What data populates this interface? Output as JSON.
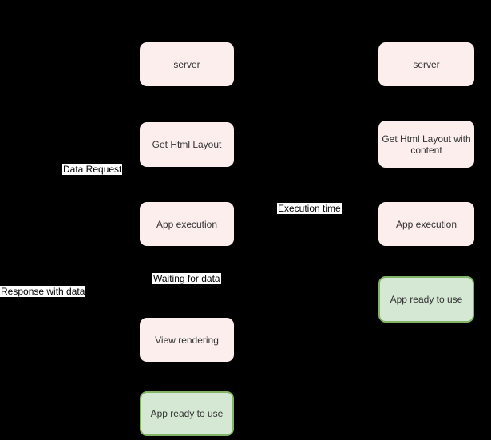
{
  "diagram": {
    "colors": {
      "canvas_bg": "#000000",
      "process_fill": "#fdeeee",
      "done_fill": "#d5e8d4",
      "done_border": "#82b366",
      "node_text": "#333333",
      "label_bg": "#ffffff",
      "label_text": "#000000"
    },
    "left_column": {
      "nodes": [
        {
          "label": "server",
          "type": "process"
        },
        {
          "label": "Get Html Layout",
          "type": "process"
        },
        {
          "label": "App execution",
          "type": "process"
        },
        {
          "label": "View rendering",
          "type": "process"
        },
        {
          "label": "App ready to use",
          "type": "done"
        }
      ]
    },
    "right_column": {
      "nodes": [
        {
          "label": "server",
          "type": "process"
        },
        {
          "label": "Get Html Layout with content",
          "type": "process"
        },
        {
          "label": "App execution",
          "type": "process"
        },
        {
          "label": "App ready to use",
          "type": "done"
        }
      ]
    },
    "edge_labels": {
      "data_request": "Data Request",
      "execution_time": "Execution time",
      "waiting_for_data": "Waiting for data",
      "response_with_data": "Response with data"
    }
  }
}
